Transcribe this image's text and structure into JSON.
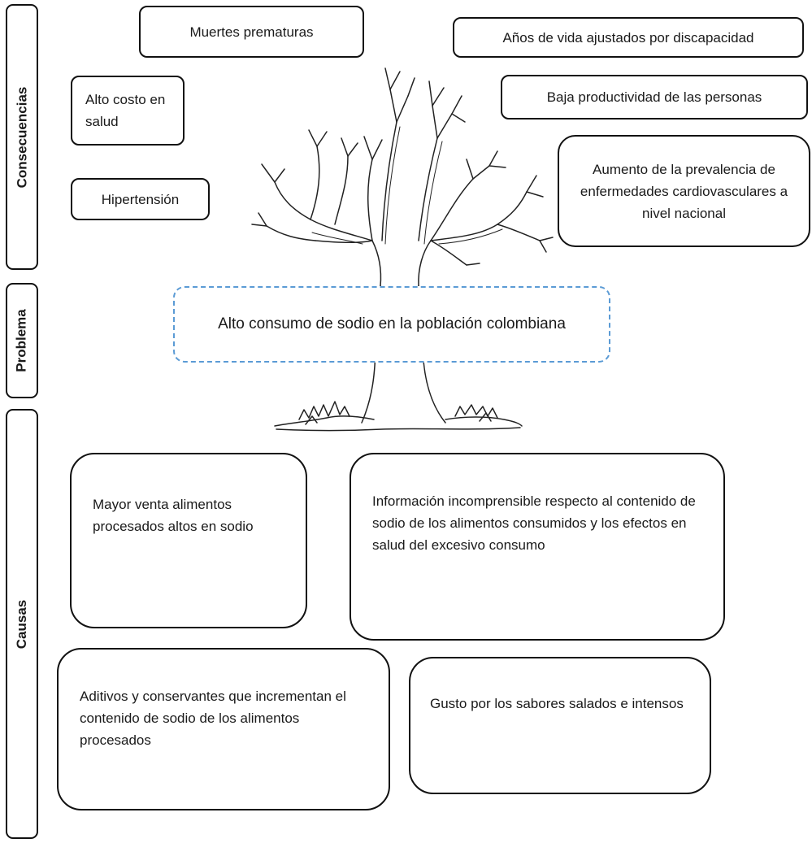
{
  "sections": {
    "consequences_label": "Consecuencias",
    "problem_label": "Problema",
    "causes_label": "Causas"
  },
  "consequences": {
    "premature_deaths": "Muertes prematuras",
    "daly": "Años de vida ajustados por discapacidad",
    "health_cost": "Alto costo en salud",
    "low_productivity": "Baja productividad de las personas",
    "hypertension": "Hipertensión",
    "cvd_prevalence": "Aumento de la prevalencia de enfermedades cardiovasculares a nivel nacional"
  },
  "problem": {
    "text": "Alto consumo de sodio en la población colombiana"
  },
  "causes": {
    "processed_sales": "Mayor venta alimentos procesados altos en sodio",
    "incomprehensible_info": "Información incomprensible respecto al contenido de sodio de los alimentos consumidos y los efectos en salud del excesivo consumo",
    "additives": "Aditivos y conservantes que incrementan el contenido de sodio de los alimentos procesados",
    "taste": "Gusto por los sabores salados e intensos"
  },
  "colors": {
    "border": "#111111",
    "problem_border": "#5b9bd5"
  }
}
